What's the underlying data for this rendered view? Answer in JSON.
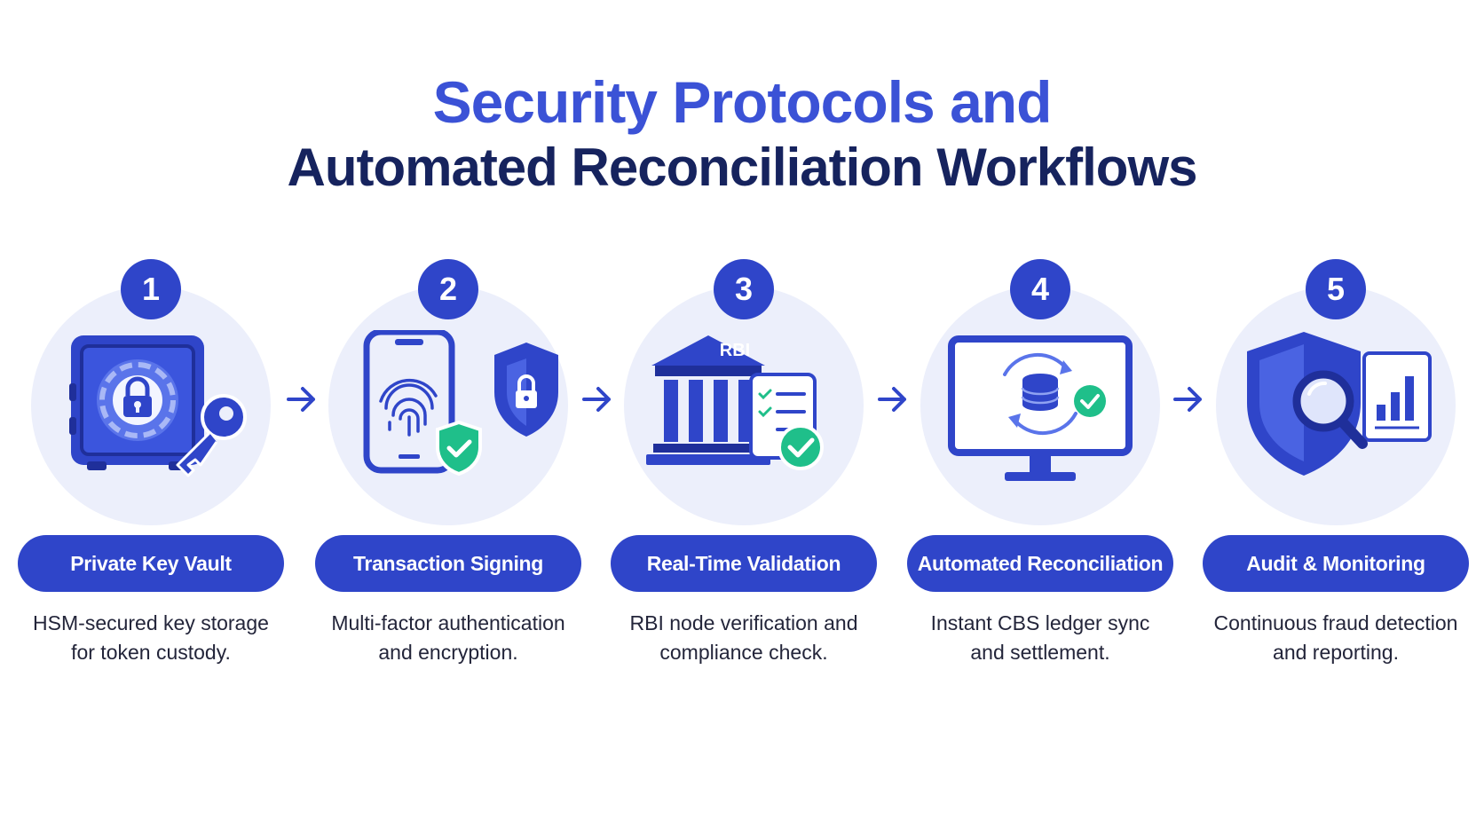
{
  "title": {
    "line1": "Security Protocols and",
    "line2": "Automated Reconciliation Workflows"
  },
  "colors": {
    "primary": "#2f45c9",
    "title_blue": "#3b52d6",
    "title_navy": "#16235e",
    "circle_bg": "#eceffb",
    "check_green": "#1fbf8a"
  },
  "steps": [
    {
      "number": "1",
      "icon": "vault-icon",
      "label": "Private Key Vault",
      "description": "HSM-secured key storage for token custody."
    },
    {
      "number": "2",
      "icon": "phone-fingerprint-icon",
      "label": "Transaction Signing",
      "description": "Multi-factor authentication and encryption."
    },
    {
      "number": "3",
      "icon": "bank-icon",
      "badge": "RBI",
      "label": "Real-Time Validation",
      "description": "RBI node verification and compliance check."
    },
    {
      "number": "4",
      "icon": "monitor-sync-icon",
      "label": "Automated Reconciliation",
      "description": "Instant CBS ledger sync and settlement."
    },
    {
      "number": "5",
      "icon": "shield-search-icon",
      "label": "Audit & Monitoring",
      "description": "Continuous fraud detection and reporting."
    }
  ]
}
